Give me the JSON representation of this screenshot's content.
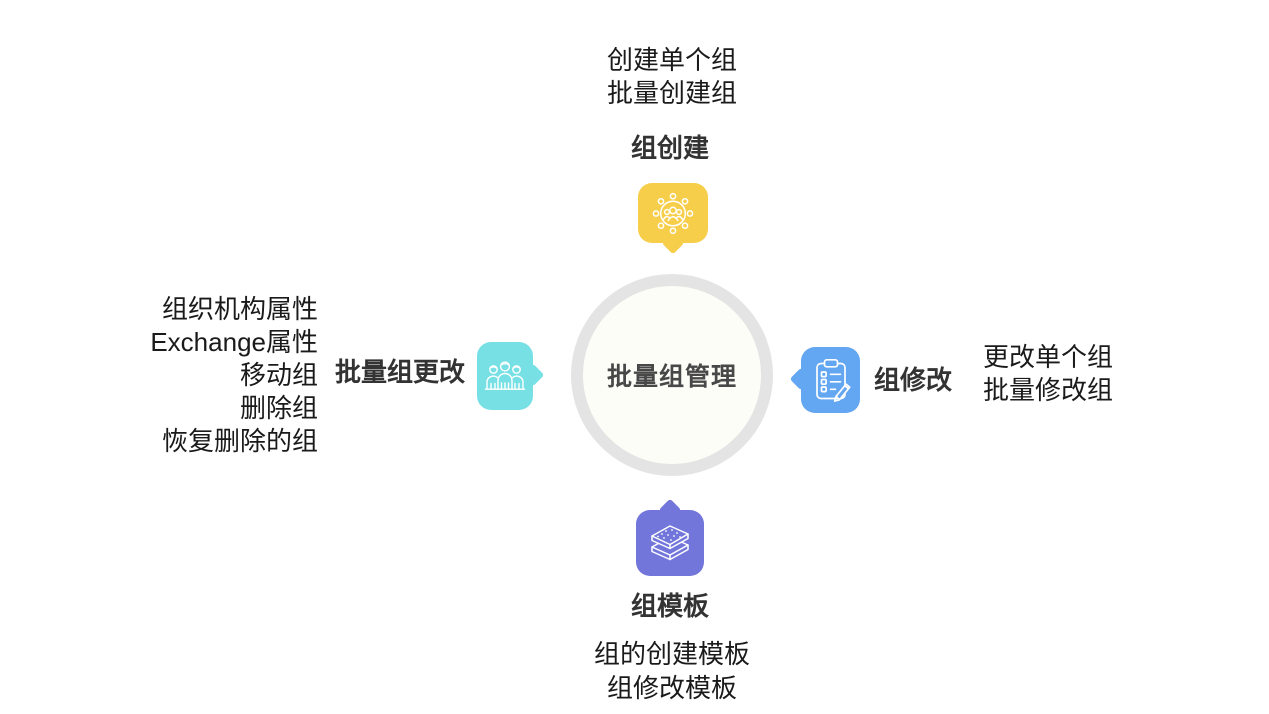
{
  "diagram": {
    "center": {
      "label": "批量组管理",
      "ring_color": "#E4E4E4",
      "fill_color": "#FDFDF8"
    },
    "nodes": {
      "top": {
        "title": "组创建",
        "items": [
          "创建单个组",
          "批量创建组"
        ],
        "color": "#F7CE4A",
        "icon": "group-network-icon"
      },
      "left": {
        "title": "批量组更改",
        "items": [
          "组织机构属性",
          "Exchange属性",
          "移动组",
          "删除组",
          "恢复删除的组"
        ],
        "color": "#76E0E4",
        "icon": "team-icon"
      },
      "right": {
        "title": "组修改",
        "items": [
          "更改单个组",
          "批量修改组"
        ],
        "color": "#63A6F1",
        "icon": "clipboard-edit-icon"
      },
      "bottom": {
        "title": "组模板",
        "items": [
          "组的创建模板",
          "组修改模板"
        ],
        "color": "#7276DA",
        "icon": "layers-template-icon"
      }
    },
    "text_colors": {
      "items": "#1A1A1A",
      "titles": "#333333",
      "center": "#484848"
    }
  }
}
